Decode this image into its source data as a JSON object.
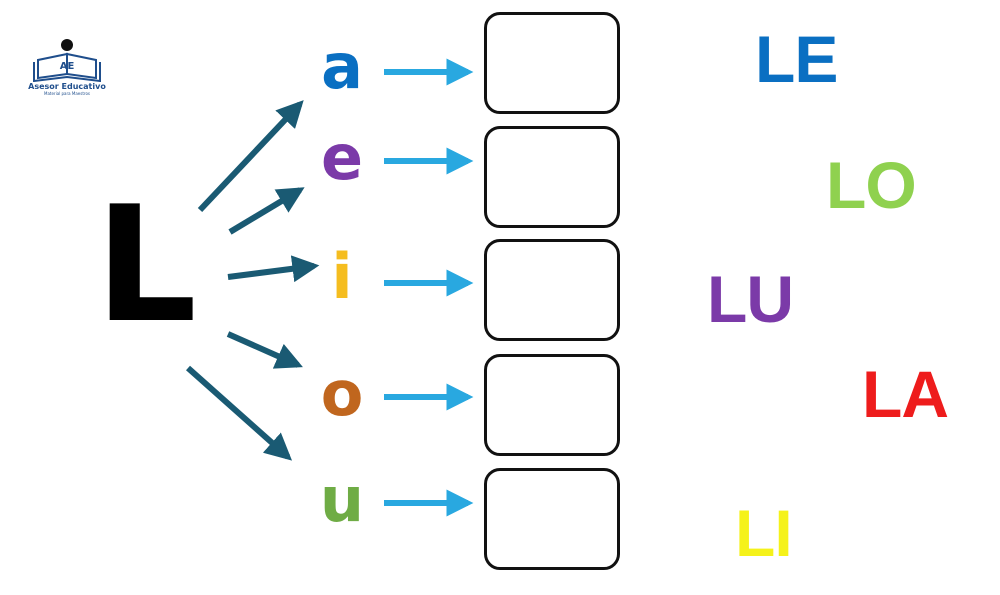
{
  "logo": {
    "initials": "AE",
    "name": "Asesor Educativo",
    "tagline": "Material para Maestros"
  },
  "consonant": "L",
  "vowels": [
    {
      "letter": "a",
      "color": "#0a6fc2"
    },
    {
      "letter": "e",
      "color": "#7b3aa8"
    },
    {
      "letter": "i",
      "color": "#f5bd1f"
    },
    {
      "letter": "o",
      "color": "#c0661e"
    },
    {
      "letter": "u",
      "color": "#6fac45"
    }
  ],
  "syllables": [
    {
      "text": "LE",
      "color": "#0a6fc2"
    },
    {
      "text": "LO",
      "color": "#8fd14f"
    },
    {
      "text": "LU",
      "color": "#7b3aa8"
    },
    {
      "text": "LA",
      "color": "#ee1c1c"
    },
    {
      "text": "LI",
      "color": "#f5f21a"
    }
  ],
  "colors": {
    "fan_arrow": "#1a5a73",
    "vowel_arrow": "#29a8e0",
    "box_border": "#111111"
  }
}
